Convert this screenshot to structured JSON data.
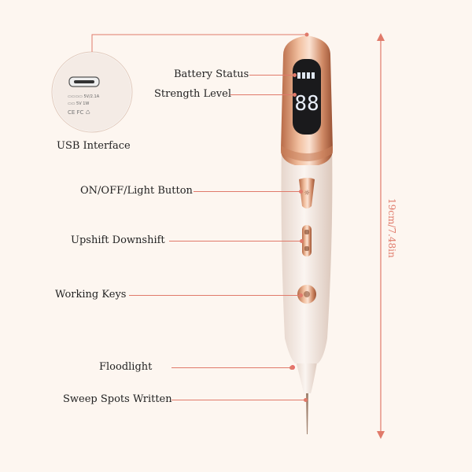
{
  "labels": {
    "battery": "Battery Status",
    "strength": "Strength Level",
    "usb": "USB Interface",
    "onoff": "ON/OFF/Light Button",
    "updown": "Upshift Downshift",
    "working": "Working Keys",
    "flood": "Floodlight",
    "sweep": "Sweep Spots Written"
  },
  "dimension": "19cm/7.48in",
  "display_digits": "88",
  "colors": {
    "accent": "#e07a6a",
    "rose_gold": "#c9805b",
    "body": "#f6ece6",
    "screen": "#1a1a1c"
  }
}
